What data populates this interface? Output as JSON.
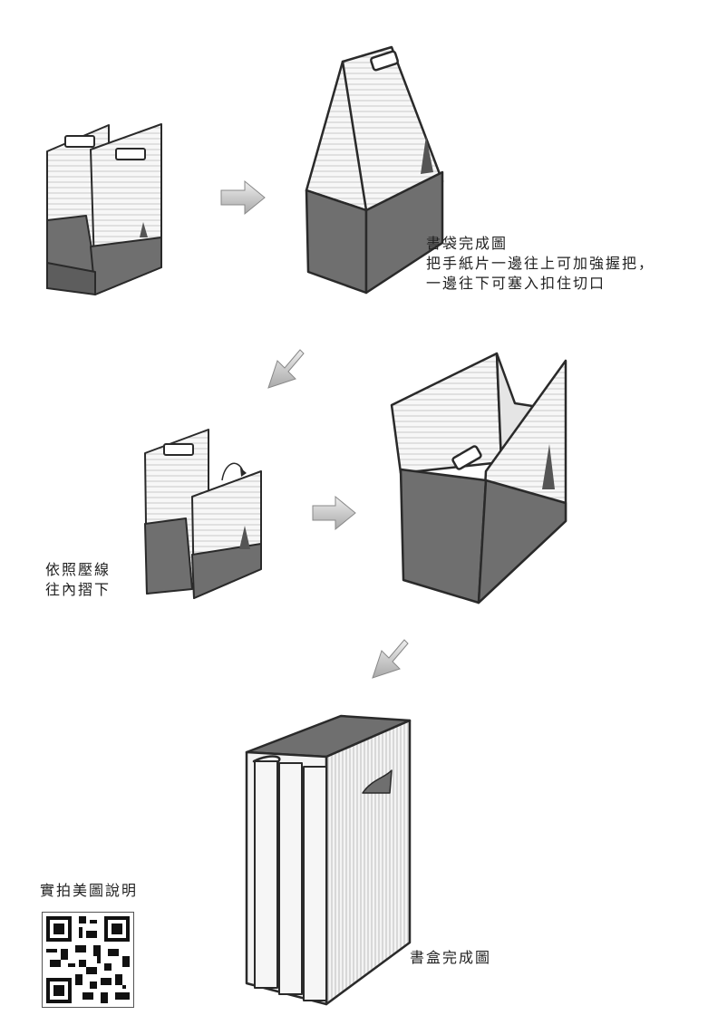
{
  "labels": {
    "bag_complete_title": "書袋完成圖",
    "bag_complete_line1": "把手紙片一邊往上可加強握把，",
    "bag_complete_line2": "一邊往下可塞入扣住切口",
    "fold_line1": "依照壓線",
    "fold_line2": "往內摺下",
    "box_complete": "書盒完成圖",
    "photo_guide": "實拍美圖說明"
  },
  "icons": {
    "step_arrow": "right-arrow-icon",
    "diagonal_arrow": "down-left-arrow-icon",
    "fold_curl": "curved-arrow-icon",
    "qr": "qr-code-icon"
  },
  "colors": {
    "panel_gray": "#6f6f6f",
    "stripe": "#cfcfcf",
    "arrow_fill": "#cfcfcf",
    "outline": "#2a2a2a"
  }
}
